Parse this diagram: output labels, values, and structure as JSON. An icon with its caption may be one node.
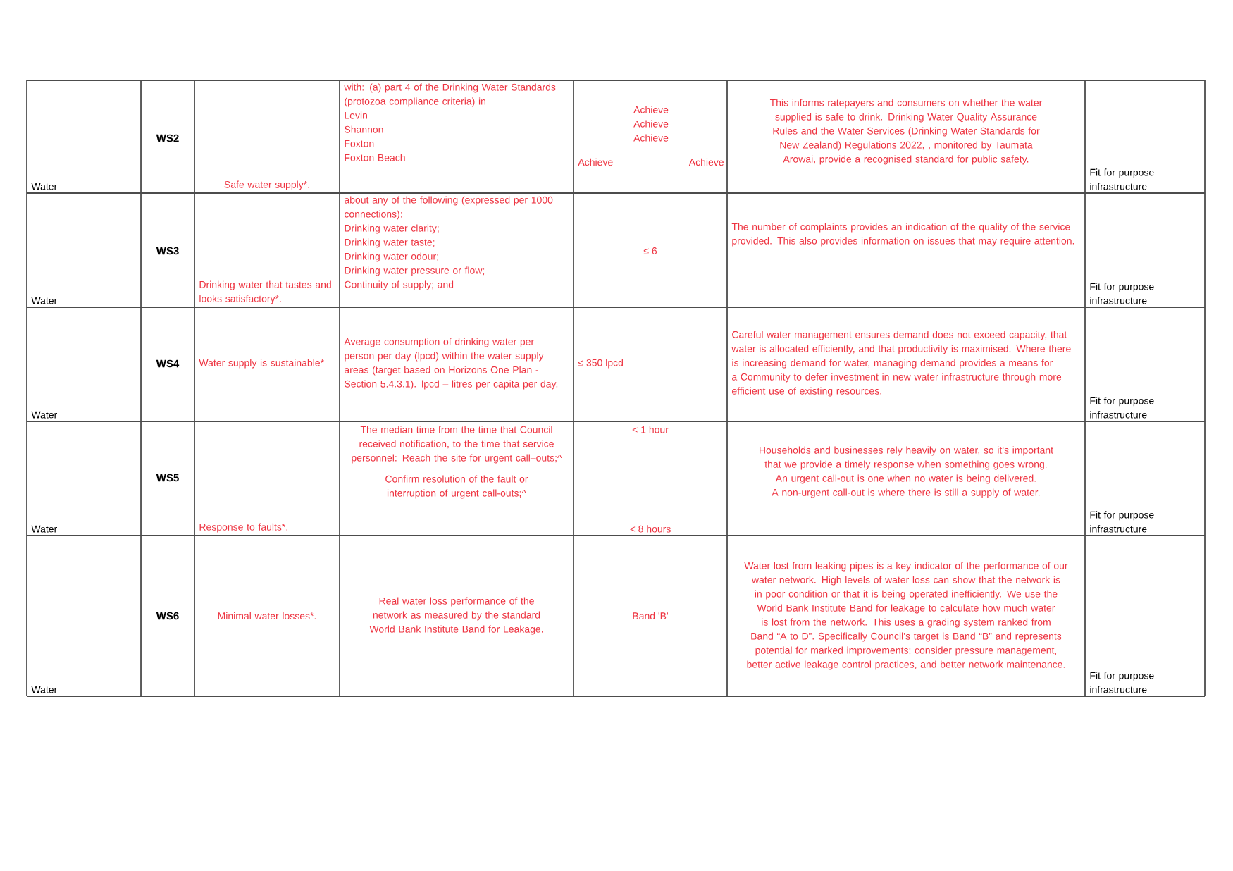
{
  "diagram": {
    "labels": [
      "Water",
      "WS2",
      "Safe water supply*.",
      "with: (a) part 4 of the Drinking Water Standards (protozoa compliance criteria) in",
      "Levin",
      "Shannon",
      "Foxton",
      "Foxton Beach",
      "Achieve",
      "Achieve",
      "Achieve",
      "Achieve",
      "Achieve",
      "This informs ratepayers and consumers on whether the water supplied is safe to drink. Drinking Water Quality Assurance Rules and the Water Services (Drinking Water Standards for New Zealand) Regulations 2022, , monitored by Taumata Arowai, provide a recognised standard for public safety.",
      "Fit for purpose infrastructure",
      "Water",
      "WS3",
      "Drinking water that tastes and looks satisfactory*.",
      "about any of the following (expressed per 1000 connections):",
      "Drinking water clarity;",
      "Drinking water taste;",
      "Drinking water odour;",
      "Drinking water pressure or flow;",
      "Continuity of supply; and",
      "≤ 6",
      "The number of complaints provides an indication of the quality of the service provided. This also provides information on issues that may require attention.",
      "Fit for purpose infrastructure",
      "Water",
      "WS4",
      "Water supply is sustainable*",
      "Average consumption of drinking water per person per day (lpcd) within the water supply areas (target based on Horizons One Plan - Section 5.4.3.1).  lpcd – litres per capita per day.",
      "≤ 350 lpcd",
      "Careful water management ensures demand does not exceed capacity, that water is allocated efficiently, and that productivity is maximised.  Where there is increasing demand for water, managing demand provides a means for a Community to defer investment in new water infrastructure through more efficient use of existing resources.",
      "Fit for purpose infrastructure",
      "Water",
      "WS5",
      "Response to faults*.",
      "The median time from the time that Council received notification, to the time that service personnel: Reach the site for urgent call–outs;^",
      "Confirm resolution of the fault or interruption of urgent call-outs;^",
      "< 1 hour",
      "< 8 hours",
      "Households and businesses rely heavily on water, so it's important that we provide a timely response when something goes wrong. An urgent call-out is one when no water is being delivered. A non-urgent call-out is where there is still a supply of water.",
      "Fit for purpose infrastructure",
      "Water",
      "WS6",
      "Minimal water losses*.",
      "Real water loss performance of the network as measured by the standard World Bank Institute Band for Leakage.",
      "Band 'B'",
      "Water lost from leaking pipes is a key indicator of the performance of our water network. High levels of water loss can show that the network is in poor condition or that it is being operated inefficiently. We use the World Bank Institute Band for leakage to calculate how much water is lost from the network. This uses a grading system ranked from Band “A to D”. Specifically Council’s target is Band “B” and represents potential for marked improvements; consider pressure management, better active leakage control practices, and better network maintenance.",
      "Fit for purpose infrastructure"
    ]
  }
}
